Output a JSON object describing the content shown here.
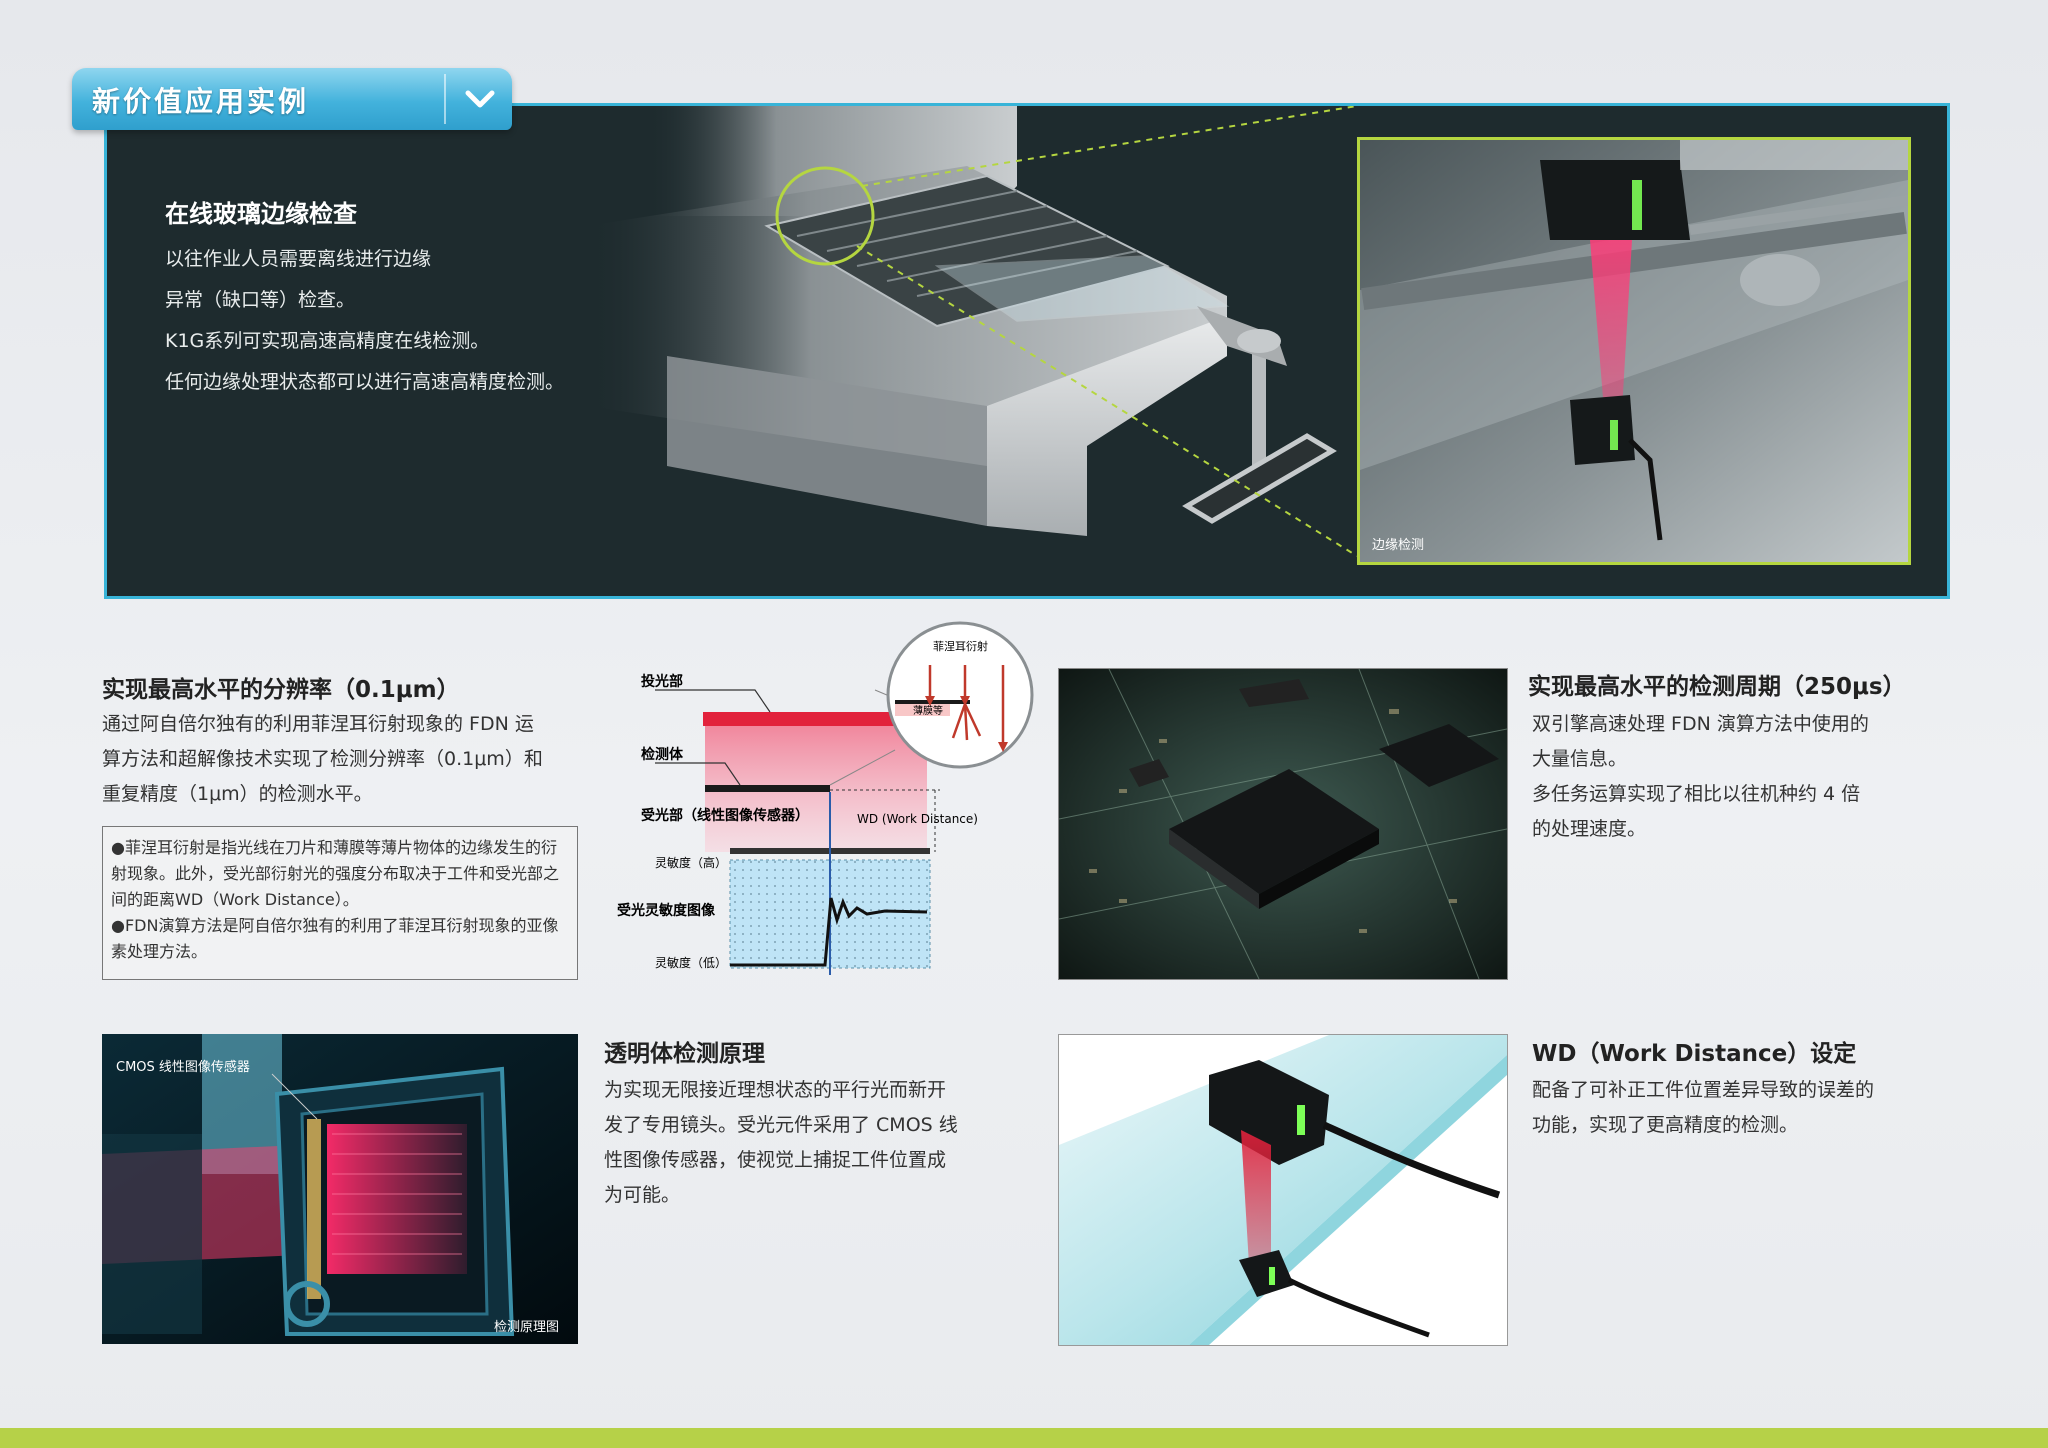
{
  "header": {
    "title": "新价值应用实例"
  },
  "hero": {
    "title": "在线玻璃边缘检查",
    "lines": [
      "以往作业人员需要离线进行边缘",
      "异常（缺口等）检查。",
      "K1G系列可实现高速高精度在线检测。",
      "任何边缘处理状态都可以进行高速高精度检测。"
    ],
    "inset_label": "边缘检测"
  },
  "resolution": {
    "title": "实现最高水平的分辨率（0.1μm）",
    "lines": [
      "通过阿自倍尔独有的利用菲涅耳衍射现象的 FDN 运",
      "算方法和超解像技术实现了检测分辨率（0.1μm）和",
      "重复精度（1μm）的检测水平。"
    ],
    "notes": [
      "菲涅耳衍射是指光线在刀片和薄膜等薄片物体的边缘发生的衍射现象。此外，受光部衍射光的强度分布取决于工件和受光部之间的距离WD（Work Distance）。",
      "FDN演算方法是阿自倍尔独有的利用了菲涅耳衍射现象的亚像素处理方法。"
    ],
    "bullet": "●"
  },
  "diagram": {
    "projector": "投光部",
    "object": "检测体",
    "receiver": "受光部（线性图像传感器）",
    "wd": "WD (Work Distance)",
    "sens_high": "灵敏度（高）",
    "sens_image": "受光灵敏度图像",
    "sens_low": "灵敏度（低）",
    "fresnel": "菲涅耳衍射",
    "film": "薄膜等"
  },
  "cycle": {
    "title": "实现最高水平的检测周期（250μs）",
    "lines": [
      "双引擎高速处理 FDN 演算方法中使用的",
      "大量信息。",
      "多任务运算实现了相比以往机种约 4 倍",
      "的处理速度。"
    ]
  },
  "transparent": {
    "title": "透明体检测原理",
    "lines": [
      "为实现无限接近理想状态的平行光而新开",
      "发了专用镜头。受光元件采用了 CMOS 线",
      "性图像传感器，使视觉上捕捉工件位置成",
      "为可能。"
    ],
    "cmos_label": "CMOS 线性图像传感器",
    "caption": "检测原理图"
  },
  "wd_setting": {
    "title": "WD（Work Distance）设定",
    "lines": [
      "配备了可补正工件位置差异导致的误差的",
      "功能，实现了更高精度的检测。"
    ]
  },
  "colors": {
    "accent_blue": "#38b4d8",
    "accent_green": "#b6d148",
    "hero_bg": "#1e2b2e",
    "laser_red": "#e2223c"
  }
}
